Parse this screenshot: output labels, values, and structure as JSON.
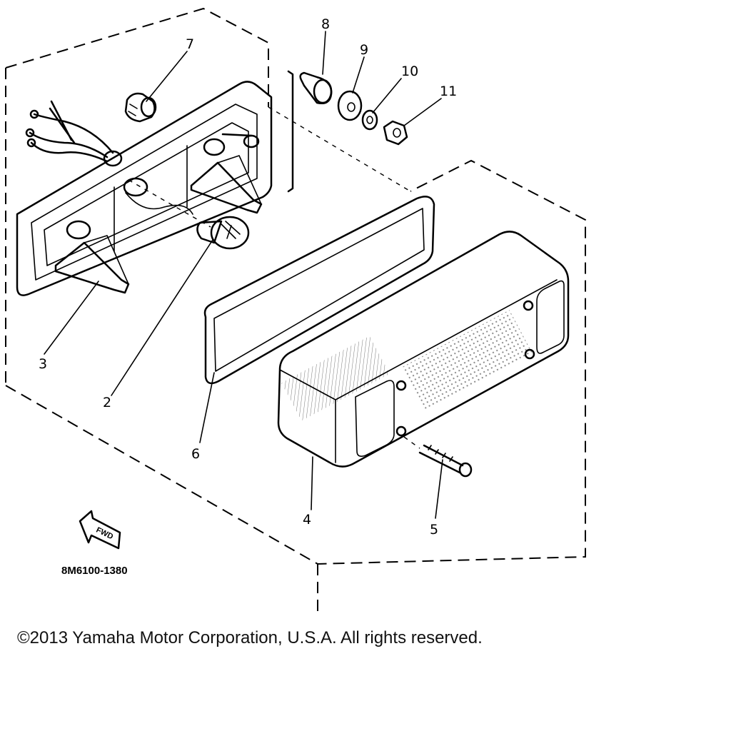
{
  "diagram": {
    "callouts": [
      {
        "id": "2",
        "label": "2"
      },
      {
        "id": "3",
        "label": "3"
      },
      {
        "id": "4",
        "label": "4"
      },
      {
        "id": "5",
        "label": "5"
      },
      {
        "id": "6",
        "label": "6"
      },
      {
        "id": "7",
        "label": "7"
      },
      {
        "id": "8",
        "label": "8"
      },
      {
        "id": "9",
        "label": "9"
      },
      {
        "id": "10",
        "label": "10"
      },
      {
        "id": "11",
        "label": "11"
      }
    ],
    "fwd_label": "FWD",
    "drawing_number": "8M6100-1380"
  },
  "footer": {
    "copyright": "©2013 Yamaha Motor Corporation, U.S.A. All rights reserved."
  }
}
